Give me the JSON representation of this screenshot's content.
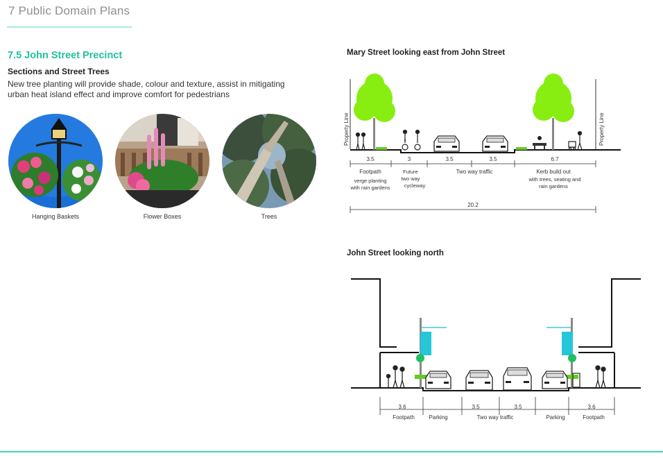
{
  "header": {
    "chapter": "7 Public Domain Plans"
  },
  "section": {
    "heading": "7.5 John Street Precinct",
    "subheading": "Sections and Street Trees",
    "body": "New tree planting will provide shade, colour and texture, assist in mitigating urban heat island effect and improve comfort for pedestrians"
  },
  "photos": [
    {
      "caption": "Hanging Baskets"
    },
    {
      "caption": "Flower Boxes"
    },
    {
      "caption": "Trees"
    }
  ],
  "section_a": {
    "title": "Mary Street looking east from John Street",
    "property_line_left": "Property Line",
    "property_line_right": "Property Line",
    "widths": [
      "3.5",
      "3",
      "3.5",
      "3.5",
      "6.7"
    ],
    "total": "20.2",
    "labels": {
      "footpath": "Footpath",
      "verge_line1": "verge planting",
      "verge_line2": "with rain gardens",
      "future_line1": "Future",
      "future_line2": "two way",
      "future_line3": "cycleway",
      "traffic": "Two way traffic",
      "kerb_line1": "Kerb build out",
      "kerb_line2": "with trees, seating and",
      "kerb_line3": "rain gardens"
    }
  },
  "section_b": {
    "title": "John Street looking north",
    "widths": [
      "3.6",
      "3.5",
      "3.5",
      "3.6"
    ],
    "labels": {
      "footpath_left": "Footpath",
      "parking_left": "Parking",
      "traffic": "Two way traffic",
      "parking_right": "Parking",
      "footpath_right": "Footpath"
    }
  }
}
